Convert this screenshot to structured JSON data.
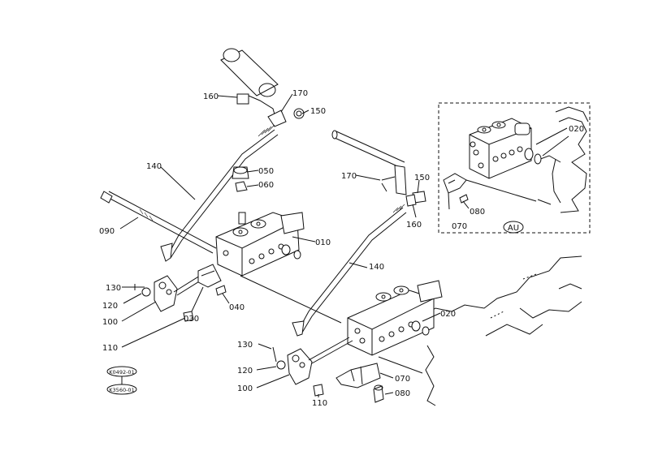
{
  "callouts": {
    "c160a": "160",
    "c170a": "170",
    "c150a": "150",
    "c140a": "140",
    "c050": "050",
    "c060": "060",
    "c090": "090",
    "c010": "010",
    "c130a": "130",
    "c120a": "120",
    "c100a": "100",
    "c030": "030",
    "c040": "040",
    "c110a": "110",
    "c170b": "170",
    "c150b": "150",
    "c160b": "160",
    "c140b": "140",
    "c020a": "020",
    "c070a": "070",
    "c080a": "080",
    "c020b": "020",
    "c130b": "130",
    "c120b": "120",
    "c100b": "100",
    "c110b": "110",
    "c070b": "070",
    "c080b": "080"
  },
  "inset_label": "AU",
  "stamps": {
    "top": "K0492-01",
    "bottom": "K3560-01"
  }
}
